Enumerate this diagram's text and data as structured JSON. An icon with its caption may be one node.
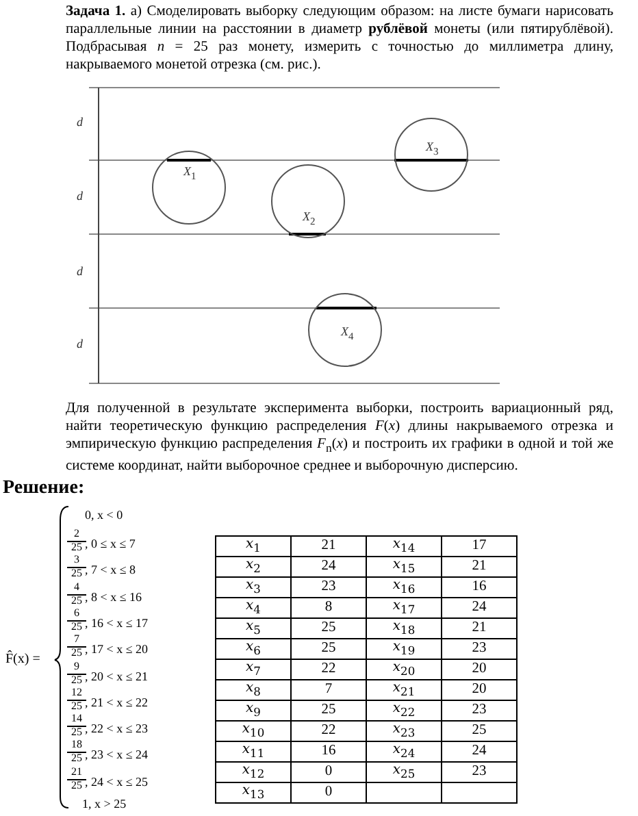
{
  "diagram": {
    "nodes": [
      {
        "text": [
          "*X*$_{1}$"
        ]
      },
      {
        "text": [
          "*X*$_{2}$"
        ]
      },
      {
        "text": [
          "*X*$_{3}$"
        ]
      },
      {
        "text": [
          "*X*$_{4}$"
        ]
      }
    ],
    "labels": [
      "**Задача 1.** а) Смоделировать выборку следующим образом: на листе бумаги нарисовать параллельные линии на расстоянии в диаметр **рублёвой** монеты (или пятирублёвой). Подбрасывая *n* = 25 раз монету, измерить с точностью до миллиметра длину, накрываемого монетой отрезка (см. рис.).",
      "*d*",
      "*d*",
      "*d*",
      "*d*",
      "Для полученной в результате эксперимента выборки, построить вариационный ряд, найти теоретическую функцию распределения *F*(*x*) длины накрываемого отрезка и эмпирическую функцию распределения *F*$_{n}$(*x*) и построить их графики в одной и той же системе координат, найти выборочное среднее и выборочную дисперсию.",
      "Решение:",
      "F̂(x) =",
      "0, x < 0",
      "2",
      "25",
      ", 0 ≤ x ≤ 7",
      "3",
      "25",
      ", 7 < x ≤ 8",
      "4",
      "25",
      ", 8 < x ≤ 16",
      "6",
      "25",
      ", 16 < x ≤ 17",
      "7",
      "25",
      ", 17 < x ≤ 20",
      "9",
      "25",
      ", 20 < x ≤ 21",
      "12",
      "25",
      ", 21 < x ≤ 22",
      "14",
      "25",
      ", 22 < x ≤ 23",
      "18",
      "25",
      ", 23 < x ≤ 24",
      "21",
      "25",
      ", 24 < x ≤ 25",
      "1, x > 25",
      "*x*$_{1}$",
      "21",
      "*x*$_{14}$",
      "17",
      "*x*$_{2}$",
      "24",
      "*x*$_{15}$",
      "21",
      "*x*$_{3}$",
      "23",
      "*x*$_{16}$",
      "16",
      "*x*$_{4}$",
      "8",
      "*x*$_{17}$",
      "24",
      "*x*$_{5}$",
      "25",
      "*x*$_{18}$",
      "21",
      "*x*$_{6}$",
      "25",
      "*x*$_{19}$",
      "23",
      "*x*$_{7}$",
      "22",
      "*x*$_{20}$",
      "20",
      "*x*$_{8}$",
      "7",
      "*x*$_{21}$",
      "20",
      "*x*$_{9}$",
      "25",
      "*x*$_{22}$",
      "23",
      "*x*$_{10}$",
      "22",
      "*x*$_{23}$",
      "25",
      "*x*$_{11}$",
      "16",
      "*x*$_{24}$",
      "24",
      "*x*$_{12}$",
      "0",
      "*x*$_{25}$",
      "23",
      "*x*$_{13}$",
      "0"
    ]
  }
}
